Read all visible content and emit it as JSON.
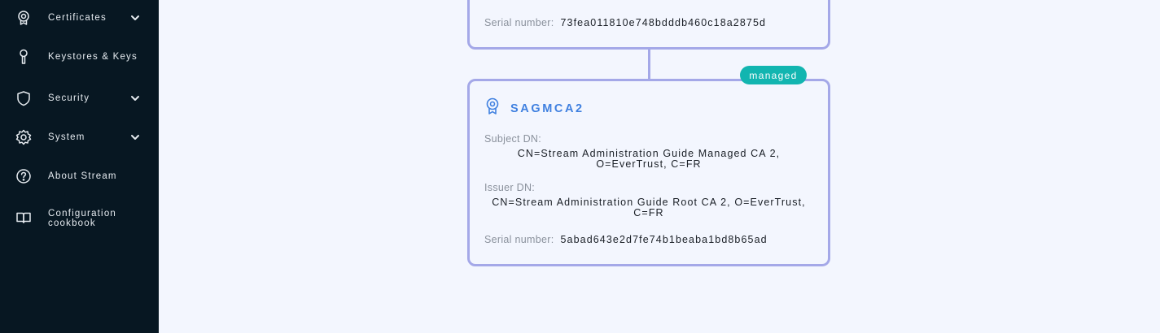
{
  "sidebar": {
    "items": [
      {
        "label": "Certificates",
        "icon": "certificate-icon",
        "has_chevron": true
      },
      {
        "label": "Keystores & Keys",
        "icon": "key-icon",
        "has_chevron": false
      },
      {
        "label": "Security",
        "icon": "shield-icon",
        "has_chevron": true
      },
      {
        "label": "System",
        "icon": "gear-icon",
        "has_chevron": true
      },
      {
        "label": "About Stream",
        "icon": "help-circle-icon",
        "has_chevron": false
      },
      {
        "label": "Configuration cookbook",
        "label_line1": "Configuration",
        "label_line2": "cookbook",
        "icon": "book-icon",
        "has_chevron": false
      }
    ]
  },
  "chain": {
    "parent": {
      "serial_label": "Serial number:",
      "serial": "73fea011810e748bdddb460c18a2875d"
    },
    "child": {
      "badge": "managed",
      "title": "SAGMCA2",
      "subject_label": "Subject DN:",
      "subject_line1": "CN=Stream Administration Guide Managed CA 2,",
      "subject_line2": "O=EverTrust, C=FR",
      "issuer_label": "Issuer DN:",
      "issuer_line1": "CN=Stream Administration Guide Root CA 2, O=EverTrust,",
      "issuer_line2": "C=FR",
      "serial_label": "Serial number:",
      "serial": "5abad643e2d7fe74b1beaba1bd8b65ad"
    }
  },
  "colors": {
    "sidebar_bg": "#071722",
    "page_bg": "#f3f6fe",
    "card_border": "#a4a8e8",
    "accent": "#3f80e0",
    "badge_bg": "#12b5b0"
  }
}
